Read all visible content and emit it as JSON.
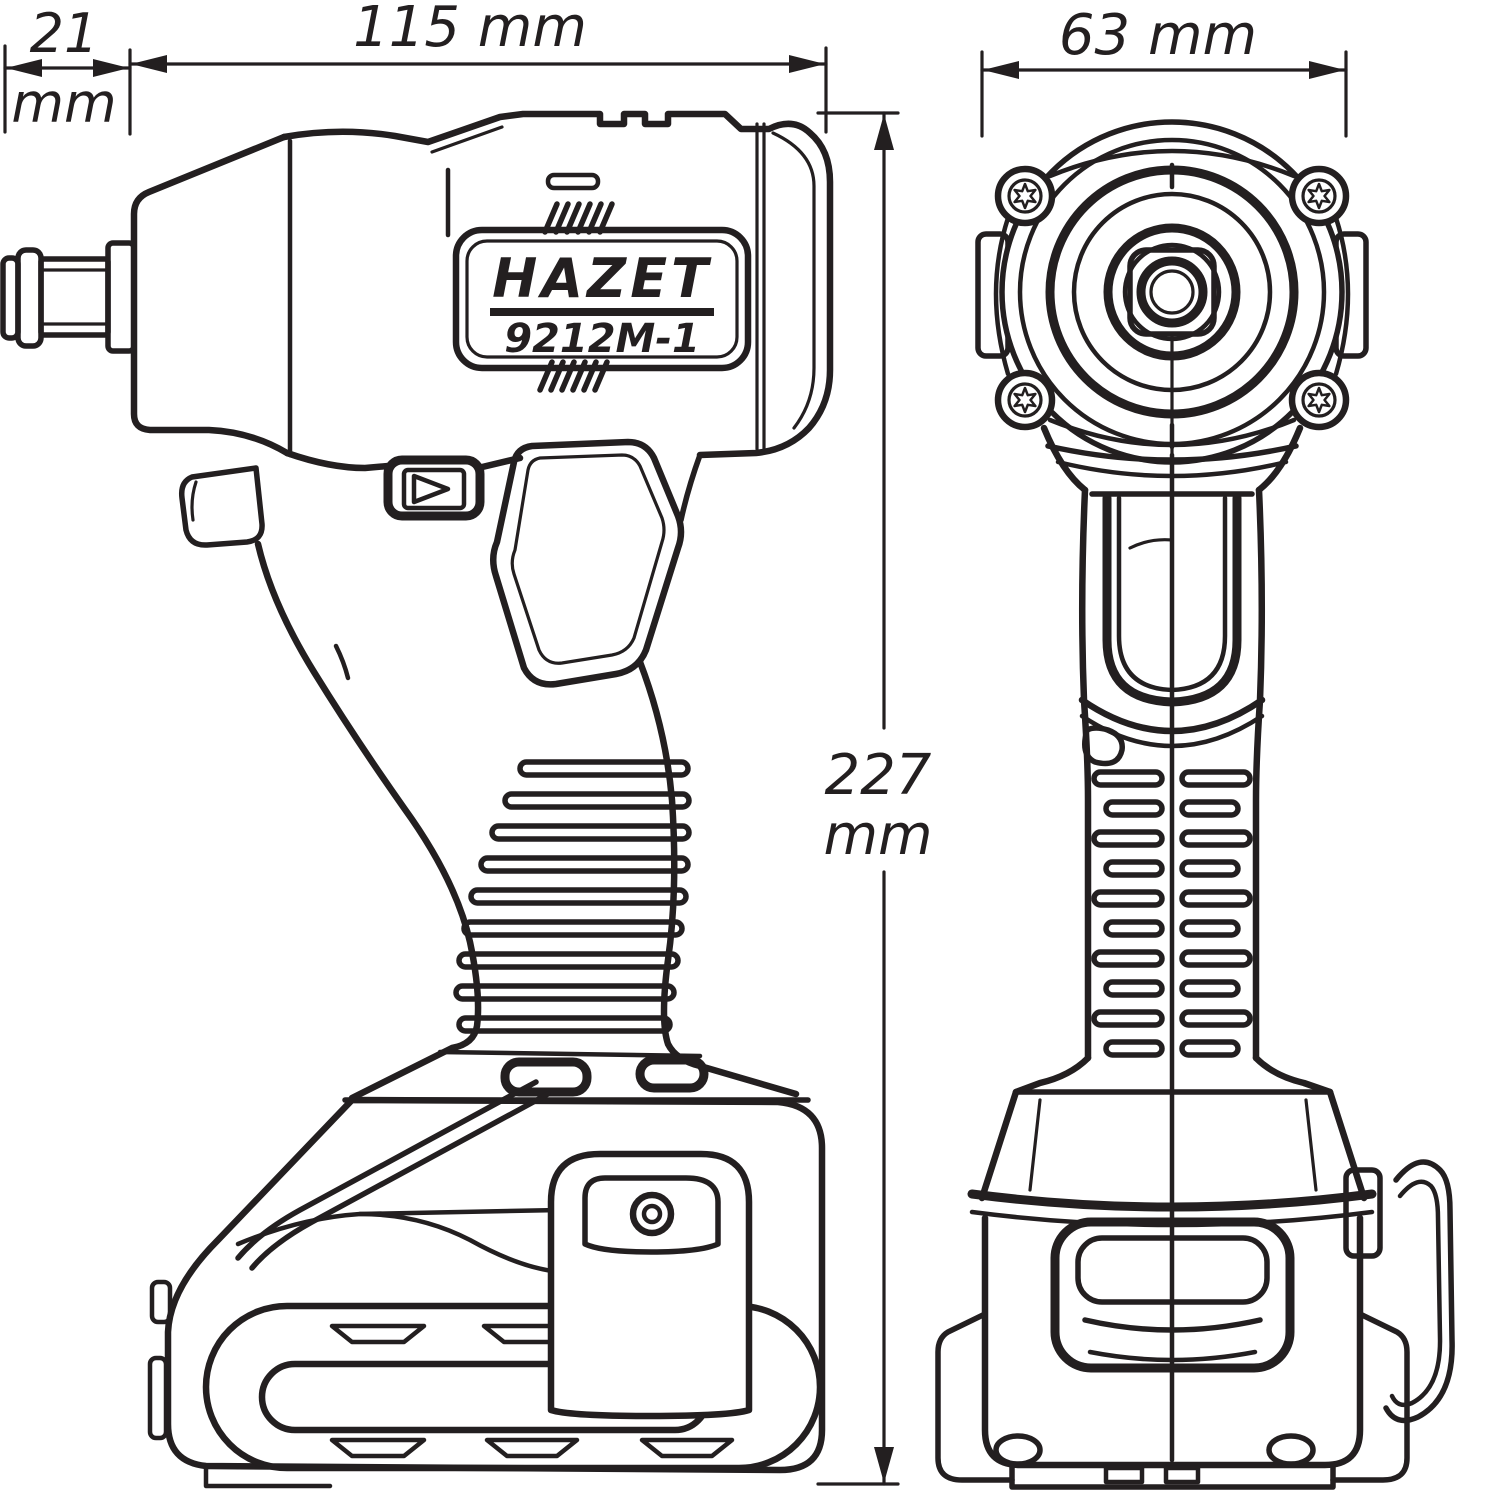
{
  "colors": {
    "line": "#231f20",
    "background": "#ffffff"
  },
  "product": {
    "brand": "HAZET",
    "model": "9212M-1"
  },
  "dimensions": {
    "anvil_length": {
      "value": "21",
      "unit": "mm"
    },
    "body_length": {
      "label": "115 mm"
    },
    "head_width": {
      "label": "63 mm"
    },
    "overall_height": {
      "value": "227",
      "unit": "mm"
    }
  }
}
